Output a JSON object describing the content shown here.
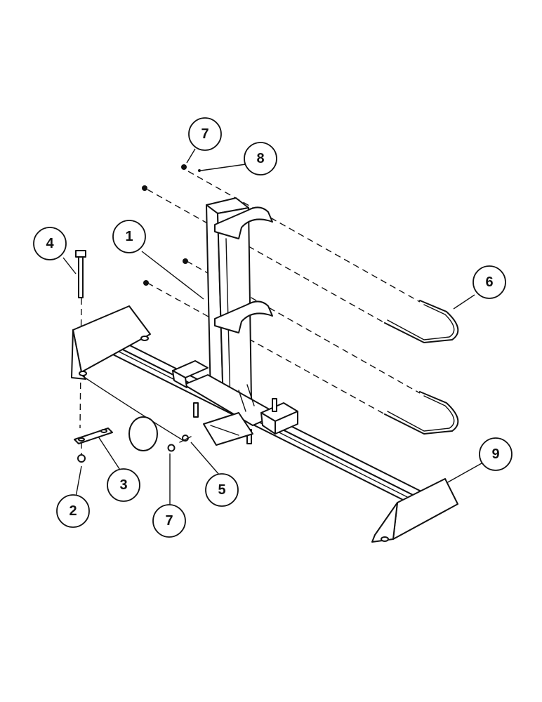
{
  "callouts": [
    {
      "id": "c7a",
      "label": "7"
    },
    {
      "id": "c8",
      "label": "8"
    },
    {
      "id": "c1",
      "label": "1"
    },
    {
      "id": "c4",
      "label": "4"
    },
    {
      "id": "c6",
      "label": "6"
    },
    {
      "id": "c3",
      "label": "3"
    },
    {
      "id": "c5",
      "label": "5"
    },
    {
      "id": "c2",
      "label": "2"
    },
    {
      "id": "c7b",
      "label": "7"
    },
    {
      "id": "c9",
      "label": "9"
    }
  ]
}
